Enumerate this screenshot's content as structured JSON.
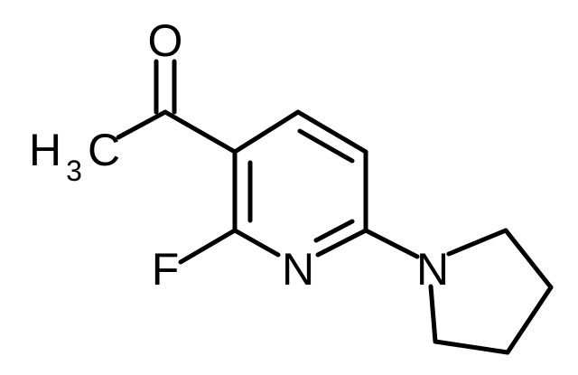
{
  "molecule": {
    "atoms": {
      "oxygen": "O",
      "methyl_h": "H",
      "methyl_sub": "3",
      "methyl_c": "C",
      "fluorine": "F",
      "ring_nitrogen": "N",
      "pyrrolidine_nitrogen": "N"
    },
    "colors": {
      "bond": "#000000",
      "label": "#000000",
      "background": "#ffffff"
    }
  }
}
